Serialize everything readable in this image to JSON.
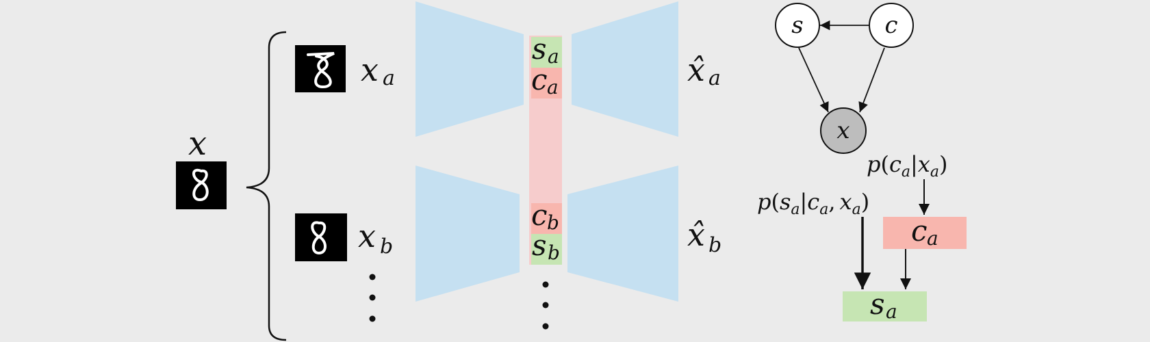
{
  "colors": {
    "background": "#ebebeb",
    "encoder_fill": "#c5e0f1",
    "style_green": "#c6e5b3",
    "content_red": "#f8b6ae",
    "latent_bar_pink": "#f6cccc",
    "observed_node": "#bdbdbd",
    "digit_tile": "#000000",
    "ink": "#111111"
  },
  "icons": {
    "digit_tiles": [
      "mnist-digit-eight-icon",
      "mnist-digit-eight-icon",
      "mnist-digit-eight-icon"
    ],
    "brace": "left-curly-brace-icon",
    "continuation": "vertical-ellipsis-icon"
  },
  "inputs": {
    "x_label": "x",
    "xa_label": "x",
    "xa_sub": "a",
    "xb_label": "x",
    "xb_sub": "b"
  },
  "latents": {
    "sa_main": "s",
    "sa_sub": "a",
    "ca_main": "c",
    "ca_sub": "a",
    "cb_main": "c",
    "cb_sub": "b",
    "sb_main": "s",
    "sb_sub": "b"
  },
  "outputs": {
    "xa_hat_main": "x̂",
    "xa_hat_sub": "a",
    "xb_hat_main": "x̂",
    "xb_hat_sub": "b"
  },
  "graph": {
    "node_s": "s",
    "node_c": "c",
    "node_x": "x"
  },
  "posterior": {
    "pc_p": "p",
    "pc_open": "(",
    "pc_c": "c",
    "pc_c_sub": "a",
    "pc_bar": "|",
    "pc_x": "x",
    "pc_x_sub": "a",
    "pc_close": ")",
    "ps_p": "p",
    "ps_open": "(",
    "ps_s": "s",
    "ps_s_sub": "a",
    "ps_bar": "|",
    "ps_c": "c",
    "ps_c_sub": "a",
    "ps_comma": ",",
    "ps_x": "x",
    "ps_x_sub": "a",
    "ps_close": ")",
    "box_c_main": "c",
    "box_c_sub": "a",
    "box_s_main": "s",
    "box_s_sub": "a"
  }
}
